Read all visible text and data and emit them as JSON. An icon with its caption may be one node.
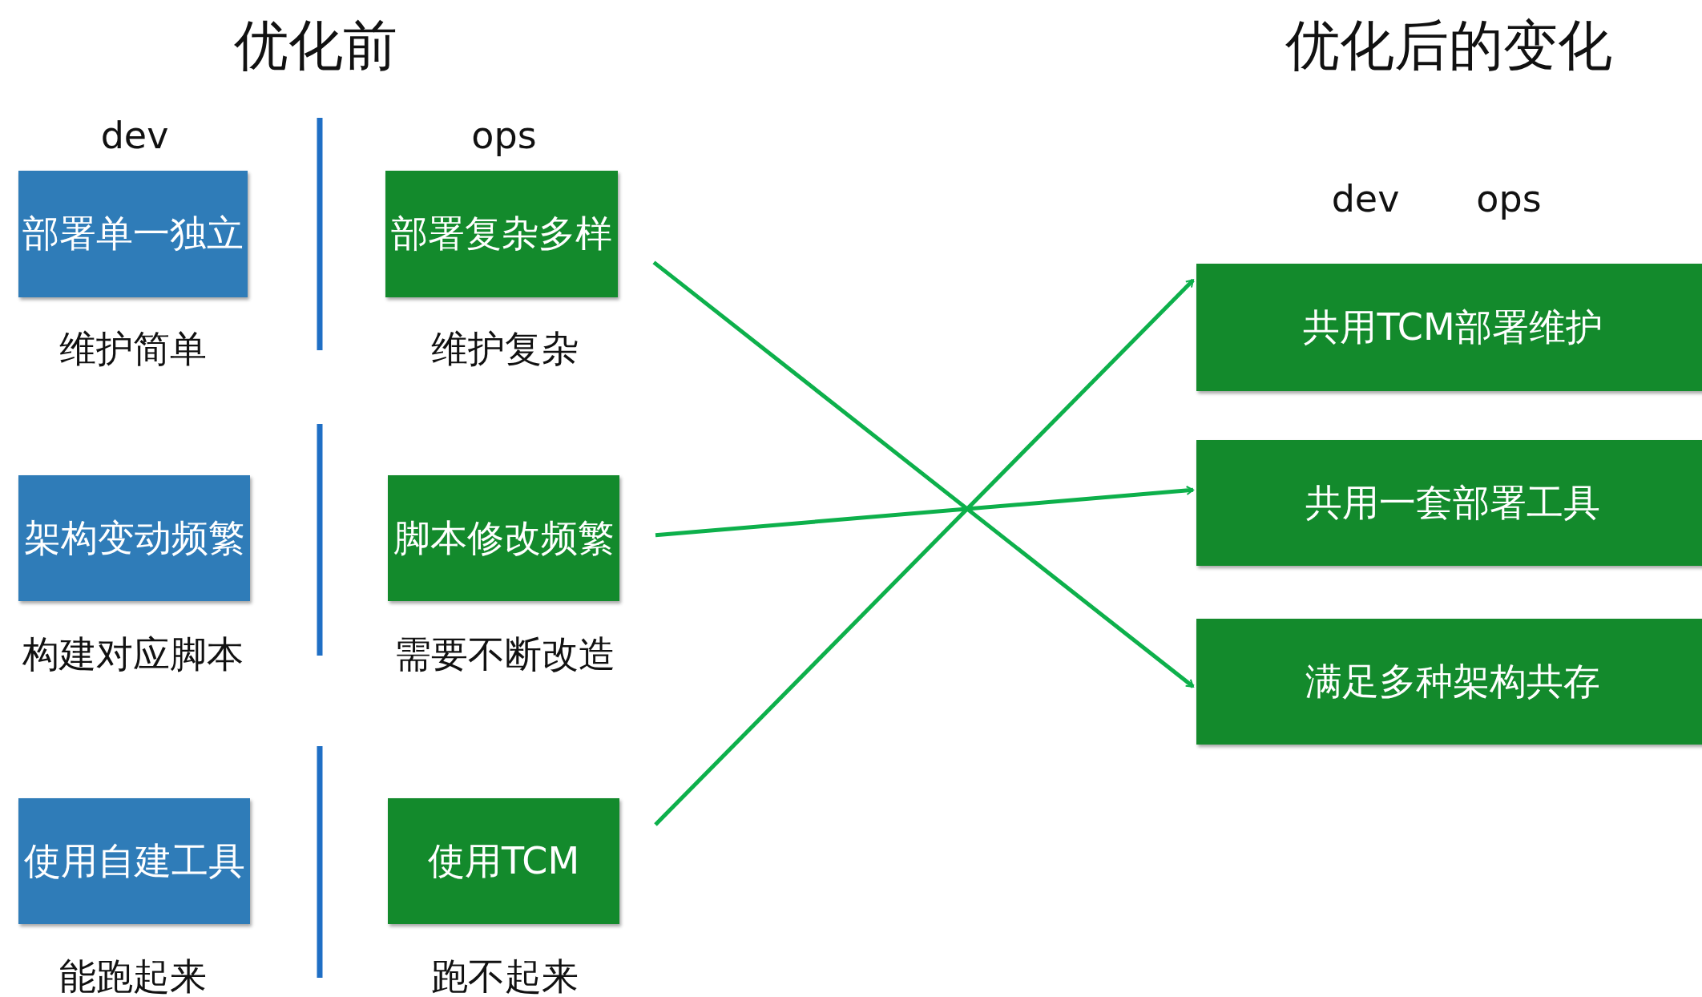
{
  "diagram": {
    "nodes": [
      {
        "text": [
          "部署单一独立"
        ],
        "beside": [
          "维护简单"
        ]
      },
      {
        "text": [
          "部署复杂多样"
        ],
        "beside": [
          "维护复杂"
        ]
      },
      {
        "text": [
          "架构变动频繁"
        ],
        "beside": [
          "构建对应脚本"
        ]
      },
      {
        "text": [
          "脚本修改频繁"
        ],
        "beside": [
          "需要不断改造"
        ]
      },
      {
        "text": [
          "使用自建工具"
        ],
        "beside": [
          "能跑起来"
        ]
      },
      {
        "text": [
          "使用TCM"
        ],
        "beside": [
          "跑不起来"
        ]
      },
      {
        "text": [
          "共用TCM部署维护"
        ]
      },
      {
        "text": [
          "共用一套部署工具"
        ]
      },
      {
        "text": [
          "满足多种架构共存"
        ]
      }
    ],
    "edges": [
      {
        "from": 1,
        "to": 8,
        "arrow": "to"
      },
      {
        "from": 3,
        "to": 7,
        "arrow": "to"
      },
      {
        "from": 5,
        "to": 6,
        "arrow": "to"
      }
    ],
    "labels": [
      "优化前",
      "优化后的变化",
      "dev",
      "ops",
      "dev",
      "ops"
    ]
  }
}
